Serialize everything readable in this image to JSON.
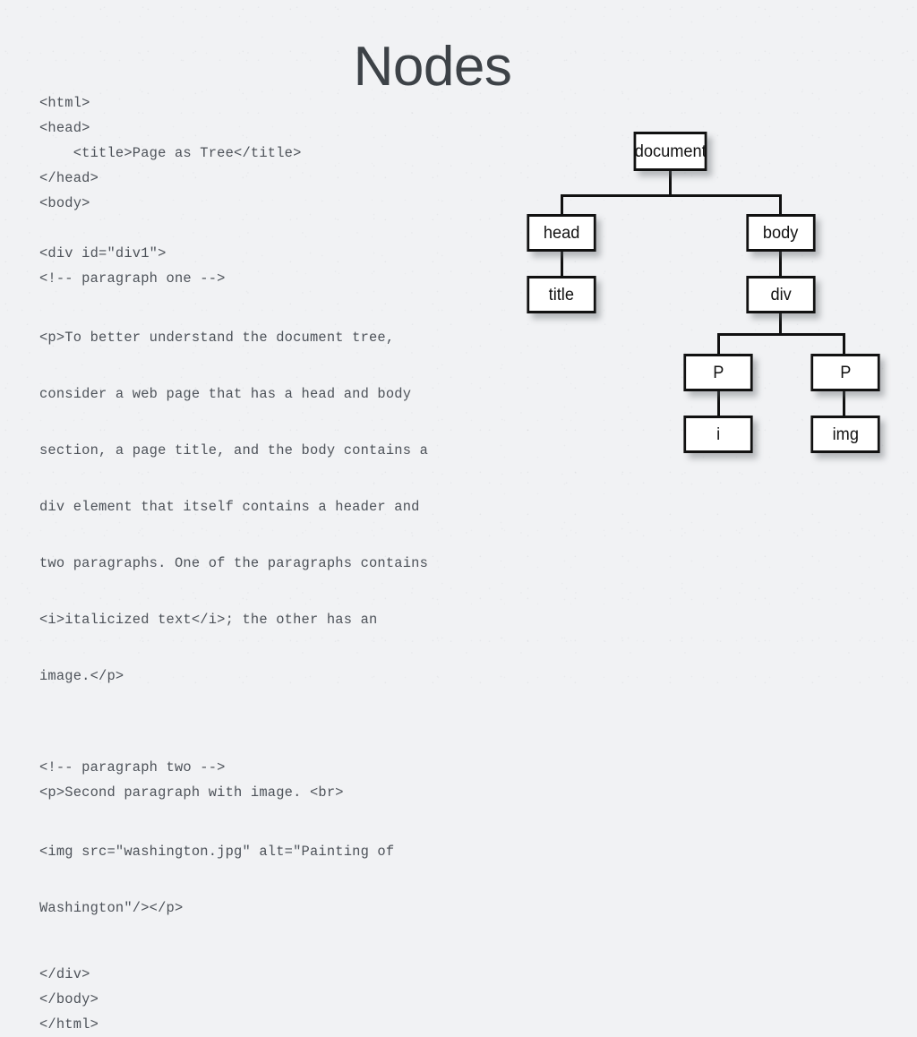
{
  "slide": {
    "title": "Nodes",
    "background_color": "#f1f2f4",
    "text_color": "#4d5259",
    "node_border_color": "#111111",
    "node_fill_color": "#ffffff"
  },
  "code_listing": {
    "lines": [
      "<html>",
      "<head>",
      "    <title>Page as Tree</title>",
      "</head>",
      "<body>"
    ],
    "lines2": [
      "<div id=\"div1\">",
      "<!-- paragraph one -->"
    ],
    "paragraph_one": [
      "<p>To better understand the document tree,",
      "consider a web page that has a head and body",
      "section, a page title, and the body contains a",
      "div element that itself contains a header and",
      "two paragraphs. One of the paragraphs contains",
      "<i>italicized text</i>; the other has an",
      "image.</p>"
    ],
    "lines3": [
      "<!-- paragraph two -->",
      "<p>Second paragraph with image. <br>"
    ],
    "paragraph_two": [
      "<img src=\"washington.jpg\" alt=\"Painting of",
      "Washington\"/></p>"
    ],
    "lines4": [
      "</div>",
      "</body>",
      "</html>"
    ]
  },
  "tree": {
    "nodes": [
      {
        "id": "document",
        "label": "document"
      },
      {
        "id": "head",
        "label": "head"
      },
      {
        "id": "body",
        "label": "body"
      },
      {
        "id": "title",
        "label": "title"
      },
      {
        "id": "div",
        "label": "div"
      },
      {
        "id": "p1",
        "label": "P"
      },
      {
        "id": "p2",
        "label": "P"
      },
      {
        "id": "i",
        "label": "i"
      },
      {
        "id": "img",
        "label": "img"
      }
    ]
  }
}
